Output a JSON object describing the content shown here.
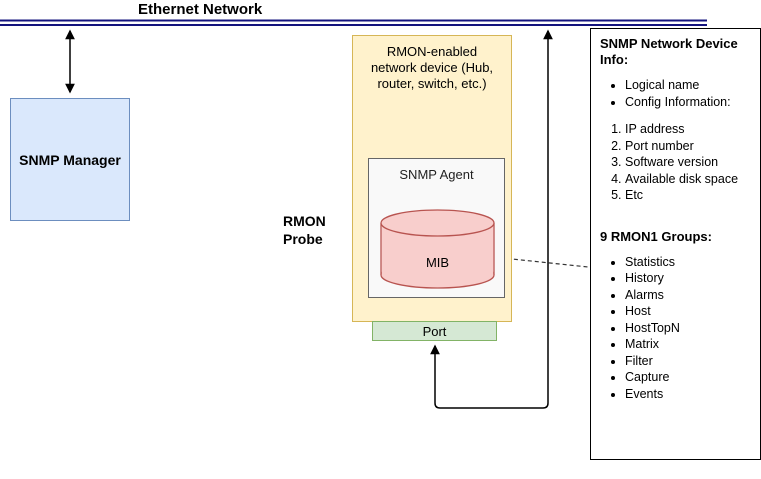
{
  "ethernet": {
    "label": "Ethernet Network"
  },
  "snmp_manager": {
    "label": "SNMP Manager"
  },
  "rmon_probe": {
    "label": "RMON Probe"
  },
  "rmon_device": {
    "label": "RMON-enabled network device (Hub, router, switch, etc.)",
    "agent_label": "SNMP Agent",
    "mib_label": "MIB",
    "port_label": "Port"
  },
  "info_panel": {
    "title": "SNMP Network Device Info:",
    "bullets": [
      "Logical name",
      "Config Information:"
    ],
    "numbered": [
      "IP address",
      "Port number",
      "Software version",
      "Available disk space",
      "Etc"
    ],
    "groups_title": "9 RMON1 Groups:",
    "groups": [
      "Statistics",
      "History",
      "Alarms",
      "Host",
      "HostTopN",
      "Matrix",
      "Filter",
      "Capture",
      "Events"
    ]
  },
  "colors": {
    "ethernet_line": "#13137d",
    "manager_fill": "#dae8fc",
    "manager_stroke": "#6c8ebf",
    "device_fill": "#fff2cc",
    "device_stroke": "#d6b656",
    "agent_fill": "#f9f9f9",
    "agent_stroke": "#666666",
    "mib_fill": "#f8cecc",
    "mib_stroke": "#b85450",
    "port_fill": "#d5e8d4",
    "port_stroke": "#82b366"
  }
}
